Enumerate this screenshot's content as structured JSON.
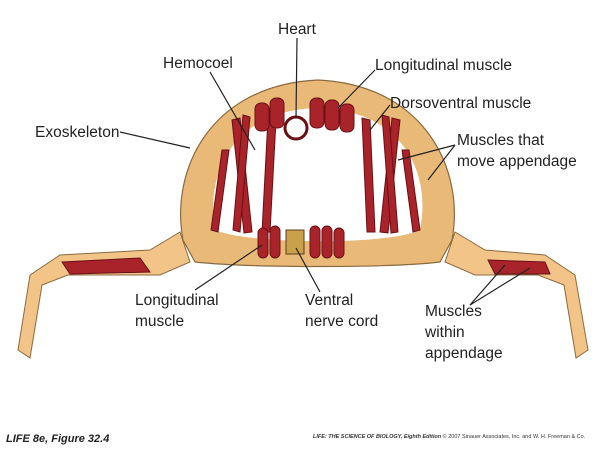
{
  "labels": {
    "hemocoel": "Hemocoel",
    "heart": "Heart",
    "longitudinal_muscle_top": "Longitudinal muscle",
    "dorsoventral_muscle": "Dorsoventral muscle",
    "exoskeleton": "Exoskeleton",
    "muscles_move_1": "Muscles that",
    "muscles_move_2": "move appendage",
    "longitudinal_bottom_1": "Longitudinal",
    "longitudinal_bottom_2": "muscle",
    "ventral_1": "Ventral",
    "ventral_2": "nerve cord",
    "within_1": "Muscles",
    "within_2": "within",
    "within_3": "appendage"
  },
  "footer": {
    "figure_prefix": "LIFE 8e,",
    "figure_label": "Figure 32.4",
    "book_title": "LIFE: THE SCIENCE OF BIOLOGY, Eighth Edition",
    "copyright": "© 2007 Sinauer Associates, Inc. and W. H. Freeman & Co."
  },
  "colors": {
    "shell": "#e9b977",
    "muscle": "#a8232a",
    "cavity": "#ffffff"
  }
}
